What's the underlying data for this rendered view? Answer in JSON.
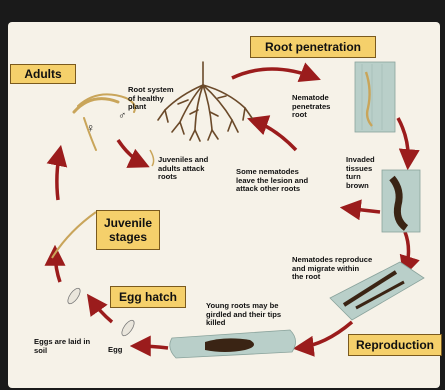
{
  "boxes": {
    "adults": "Adults",
    "root_penetration": "Root penetration",
    "juvenile_line1": "Juvenile",
    "juvenile_line2": "stages",
    "egg_hatch": "Egg hatch",
    "reproduction": "Reproduction"
  },
  "labels": {
    "root_system": [
      "Root system",
      "of healthy",
      "plant"
    ],
    "juveniles_attack": [
      "Juveniles and",
      "adults attack",
      "roots"
    ],
    "nematode_penetrates": [
      "Nematode",
      "penetrates",
      "root"
    ],
    "invaded_tissues": [
      "Invaded",
      "tissues",
      "turn",
      "brown"
    ],
    "some_nematodes": [
      "Some nematodes",
      "leave the lesion and",
      "attack other roots"
    ],
    "nematodes_reproduce": [
      "Nematodes reproduce",
      "and migrate within",
      "the root"
    ],
    "young_roots": [
      "Young roots may be",
      "girdled and their tips",
      "killed"
    ],
    "eggs_laid": [
      "Eggs are laid  in",
      "soil"
    ],
    "egg": "Egg",
    "female_symbol": "♀",
    "male_symbol": "♂"
  },
  "colors": {
    "arrow": "#9b1c1c",
    "box_fill": "#f5d06b",
    "background": "#f6f2e8",
    "root": "#6b4a2a"
  }
}
